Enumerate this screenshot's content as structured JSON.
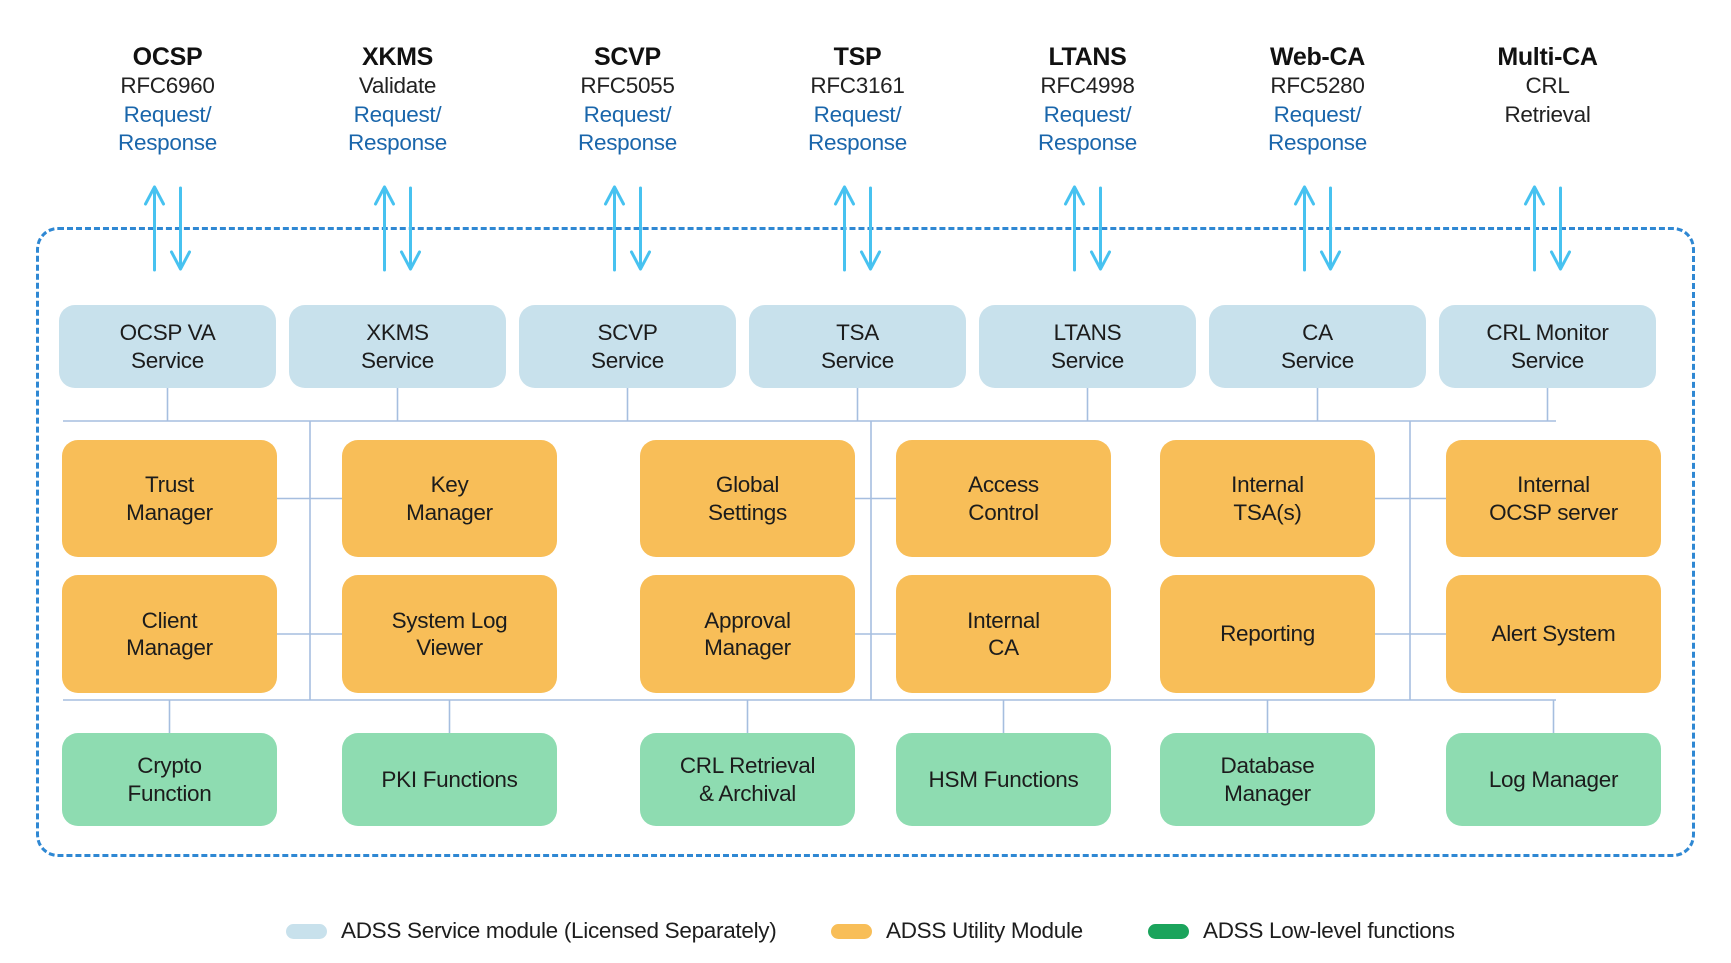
{
  "diagram": {
    "protocols": [
      {
        "title": "OCSP",
        "lines": [
          {
            "t": "RFC6960",
            "blue": false
          },
          {
            "t": "Request/",
            "blue": true
          },
          {
            "t": "Response",
            "blue": true
          }
        ]
      },
      {
        "title": "XKMS",
        "lines": [
          {
            "t": "Validate",
            "blue": false
          },
          {
            "t": "Request/",
            "blue": true
          },
          {
            "t": "Response",
            "blue": true
          }
        ]
      },
      {
        "title": "SCVP",
        "lines": [
          {
            "t": "RFC5055",
            "blue": false
          },
          {
            "t": "Request/",
            "blue": true
          },
          {
            "t": "Response",
            "blue": true
          }
        ]
      },
      {
        "title": "TSP",
        "lines": [
          {
            "t": "RFC3161",
            "blue": false
          },
          {
            "t": "Request/",
            "blue": true
          },
          {
            "t": "Response",
            "blue": true
          }
        ]
      },
      {
        "title": "LTANS",
        "lines": [
          {
            "t": "RFC4998",
            "blue": false
          },
          {
            "t": "Request/",
            "blue": true
          },
          {
            "t": "Response",
            "blue": true
          }
        ]
      },
      {
        "title": "Web-CA",
        "lines": [
          {
            "t": "RFC5280",
            "blue": false
          },
          {
            "t": "Request/",
            "blue": true
          },
          {
            "t": "Response",
            "blue": true
          }
        ]
      },
      {
        "title": "Multi-CA",
        "lines": [
          {
            "t": "CRL",
            "blue": false
          },
          {
            "t": "Retrieval",
            "blue": false
          }
        ]
      }
    ],
    "services": [
      {
        "lines": [
          "OCSP VA",
          "Service"
        ]
      },
      {
        "lines": [
          "XKMS",
          "Service"
        ]
      },
      {
        "lines": [
          "SCVP",
          "Service"
        ]
      },
      {
        "lines": [
          "TSA",
          "Service"
        ]
      },
      {
        "lines": [
          "LTANS",
          "Service"
        ]
      },
      {
        "lines": [
          "CA",
          "Service"
        ]
      },
      {
        "lines": [
          "CRL Monitor",
          "Service"
        ]
      }
    ],
    "utility_row1": [
      {
        "lines": [
          "Trust",
          "Manager"
        ]
      },
      {
        "lines": [
          "Key",
          "Manager"
        ]
      },
      {
        "lines": [
          "Global",
          "Settings"
        ]
      },
      {
        "lines": [
          "Access",
          "Control"
        ]
      },
      {
        "lines": [
          "Internal",
          "TSA(s)"
        ]
      },
      {
        "lines": [
          "Internal",
          "OCSP server"
        ]
      }
    ],
    "utility_row2": [
      {
        "lines": [
          "Client",
          "Manager"
        ]
      },
      {
        "lines": [
          "System Log",
          "Viewer"
        ]
      },
      {
        "lines": [
          "Approval",
          "Manager"
        ]
      },
      {
        "lines": [
          "Internal",
          "CA"
        ]
      },
      {
        "lines": [
          "Reporting"
        ]
      },
      {
        "lines": [
          "Alert System"
        ]
      }
    ],
    "lowlevel": [
      {
        "lines": [
          "Crypto",
          "Function"
        ]
      },
      {
        "lines": [
          "PKI Functions"
        ]
      },
      {
        "lines": [
          "CRL Retrieval",
          "& Archival"
        ]
      },
      {
        "lines": [
          "HSM Functions"
        ]
      },
      {
        "lines": [
          "Database",
          "Manager"
        ]
      },
      {
        "lines": [
          "Log Manager"
        ]
      }
    ],
    "legend": [
      {
        "swatch": "service_box",
        "label": "ADSS Service module (Licensed Separately)"
      },
      {
        "swatch": "utility_box",
        "label": "ADSS Utility Module"
      },
      {
        "swatch": "legend_lowlevel",
        "label": "ADSS Low-level functions"
      }
    ],
    "colors": {
      "service_box": "#c8e1ec",
      "utility_box": "#f8be58",
      "lowlevel_box": "#8edcb1",
      "legend_lowlevel": "#1ba45c",
      "blue_text": "#1a66ab",
      "arrow": "#47c2f0",
      "dashed_border": "#2f88d3",
      "connector": "#a6bedf"
    }
  }
}
